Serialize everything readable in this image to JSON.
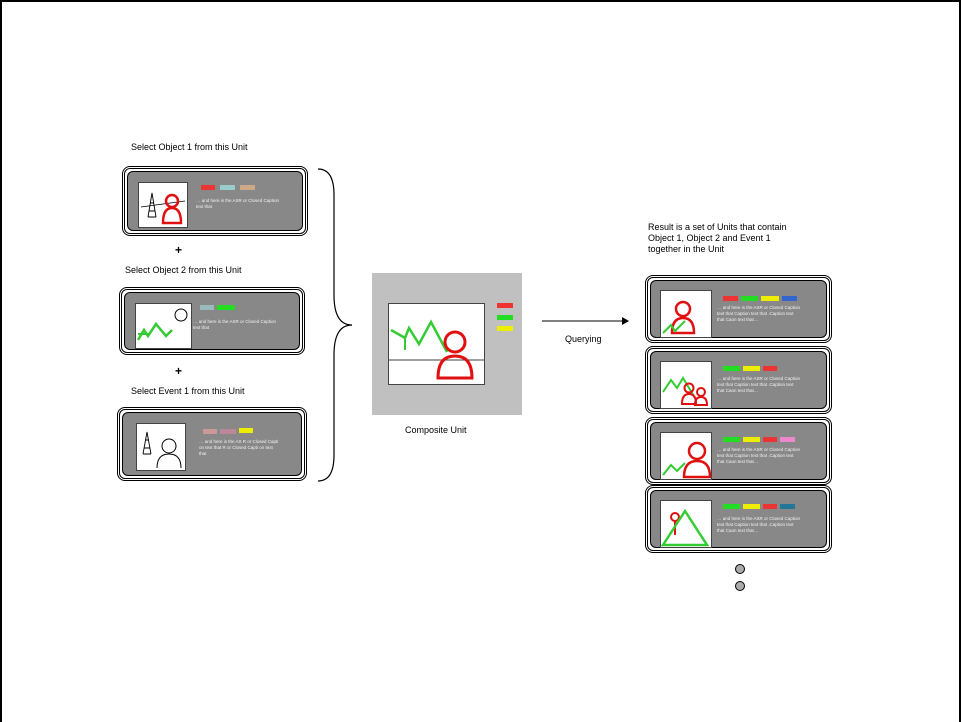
{
  "labels": {
    "select_object_1": "Select Object 1 from this Unit",
    "select_object_2": "Select Object 2 from this Unit",
    "select_event_1": "Select Event 1 from this Unit",
    "plus": "+",
    "composite_unit": "Composite Unit",
    "querying": "Querying",
    "result_line1": "Result is a set of  Units  that contain",
    "result_line2": "Object 1, Object 2 and Event 1",
    "result_line3": "together in the Unit"
  },
  "input_units": [
    {
      "caption_line1": "… and here is the ASR or Closed Caption",
      "caption_line2": "text that",
      "chips": [
        "#ee3333",
        "#99cccc",
        "#ccaa88"
      ]
    },
    {
      "caption_line1": "… and here is the ASR or Closed Caption",
      "caption_line2": "text that",
      "chips": [
        "#99bbbb",
        "#22dd22"
      ]
    },
    {
      "caption_line1": "… and here is the AS R or Closed Capti",
      "caption_line2": "on text  that R or Closed Capti  on text",
      "caption_line3": "that",
      "chips": [
        "#cc9999",
        "#bb8899",
        "#eeee00"
      ]
    }
  ],
  "composite_chips": [
    "#ee3333",
    "#22dd22",
    "#eeee00"
  ],
  "result_units": [
    {
      "caption_line1": "… and here is the ASR or Closed Caption",
      "caption_line2": "text that Caption text that .Caption text",
      "caption_line3": "that Caon text that…",
      "chips": [
        "#ee3333",
        "#22dd22",
        "#eeee00",
        "#3366cc"
      ]
    },
    {
      "caption_line1": "… and here is the ASR or Closed Caption",
      "caption_line2": "text that Caption text that .Caption text",
      "caption_line3": "that Caon text that…",
      "chips": [
        "#22dd22",
        "#eeee00",
        "#ee3333"
      ]
    },
    {
      "caption_line1": "… and here is the ASR or Closed Caption",
      "caption_line2": "text that Caption text that .Caption text",
      "caption_line3": "that Caon text that…",
      "chips": [
        "#22dd22",
        "#eeee00",
        "#ee3333",
        "#ee88cc"
      ]
    },
    {
      "caption_line1": "… and here is the ASR or Closed Caption",
      "caption_line2": "text that Caption text that .Caption text",
      "caption_line3": "that Caon text that…",
      "chips": [
        "#22dd22",
        "#eeee00",
        "#ee3333",
        "#227799"
      ]
    }
  ],
  "colors": {
    "card_fill": "#888888",
    "composite_fill": "#c0c0c0",
    "person_red": "#e01010",
    "mountain_green": "#33cc33"
  }
}
